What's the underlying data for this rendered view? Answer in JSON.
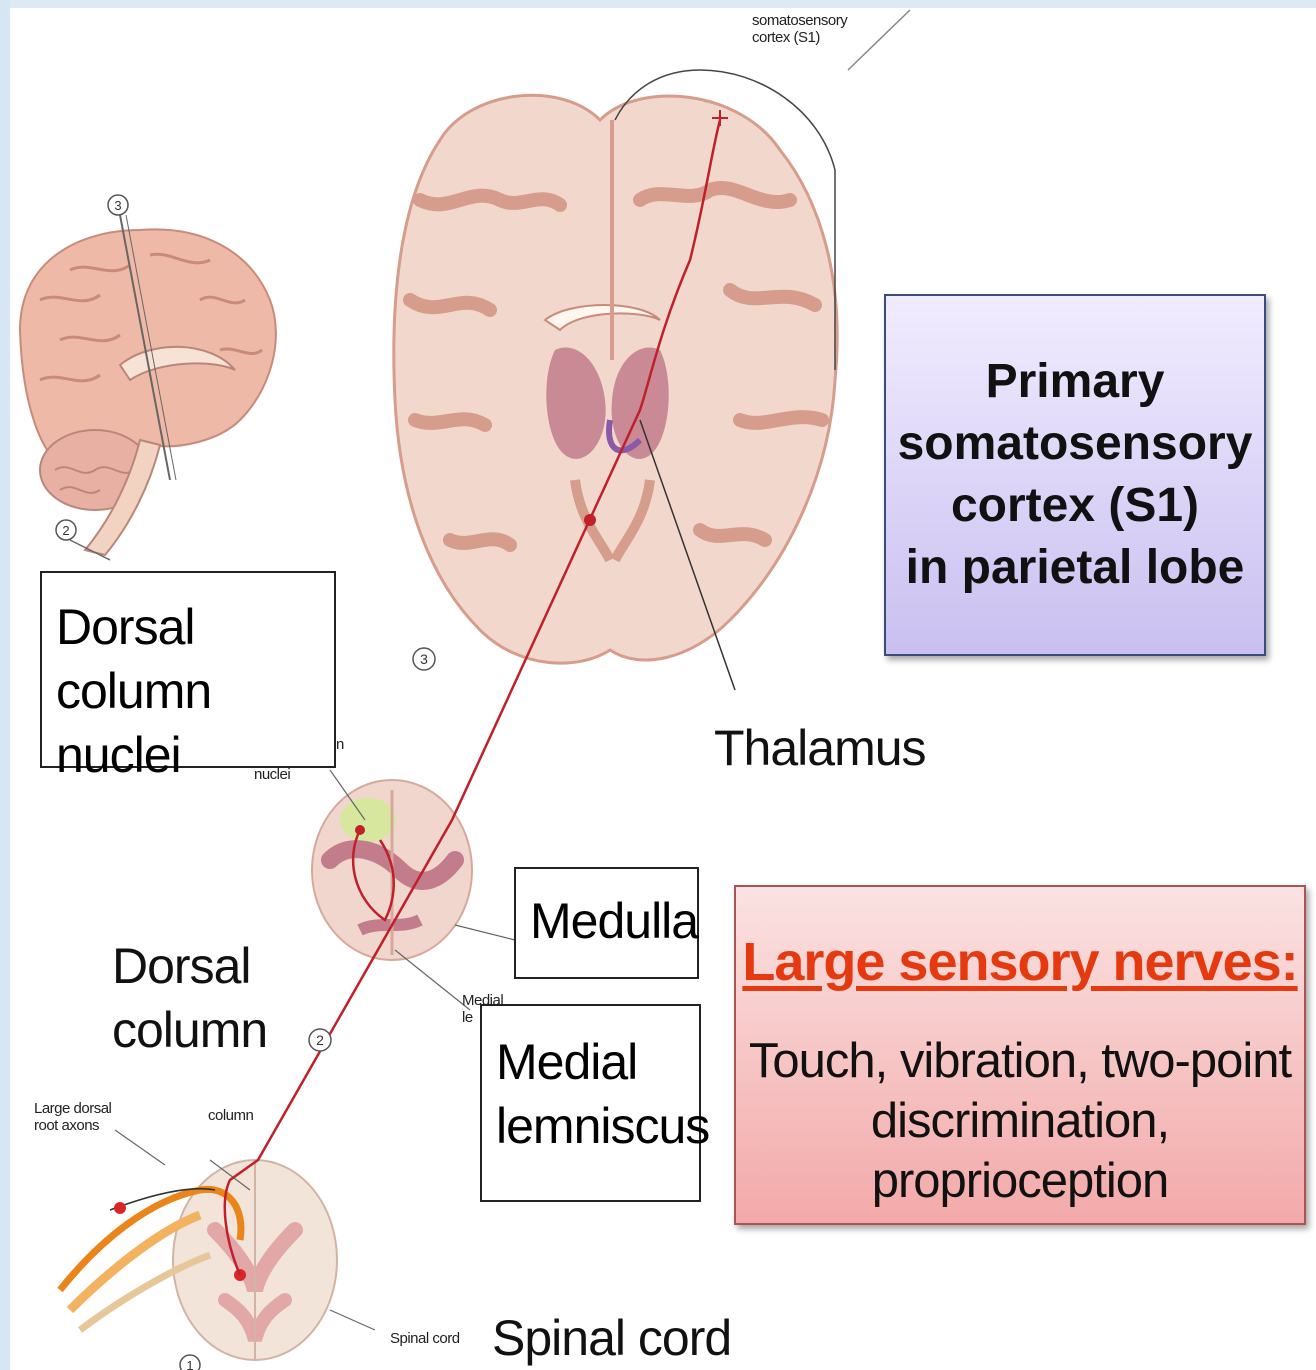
{
  "labels": {
    "somatosensory_cortex_small": [
      "somatosensory",
      "cortex (S1)"
    ],
    "primary_box": [
      "Primary",
      "somatosensory",
      "cortex (S1)",
      "in parietal lobe"
    ],
    "dorsal_column_nuclei": [
      "Dorsal column",
      "nuclei"
    ],
    "thalamus": "Thalamus",
    "medulla": "Medulla",
    "medial_lemniscus": [
      "Medial",
      "lemniscus"
    ],
    "dorsal_column": [
      "Dorsal",
      "column"
    ],
    "spinal_cord": "Spinal cord",
    "large_sensory_title": "Large sensory nerves:",
    "large_sensory_desc": [
      "Touch, vibration, two-point",
      "discrimination, proprioception"
    ],
    "small_large_dorsal_root": [
      "Large dorsal",
      "root axons"
    ],
    "small_column": "column",
    "small_spinal_cord": "Spinal cord",
    "small_nuclei_fragment": [
      "n",
      "nuclei"
    ],
    "small_medial_fragment": [
      "Medial",
      "le"
    ],
    "markers": [
      "3",
      "2",
      "3",
      "2",
      "1"
    ]
  },
  "colors": {
    "pathway": "#c0202a",
    "cortex_box_top": "#f1ecff",
    "cortex_box_bottom": "#c9c0f0",
    "nerve_box_top": "#fbe2e2",
    "nerve_box_bottom": "#f3a9a9",
    "nerve_title": "#e53a10"
  }
}
